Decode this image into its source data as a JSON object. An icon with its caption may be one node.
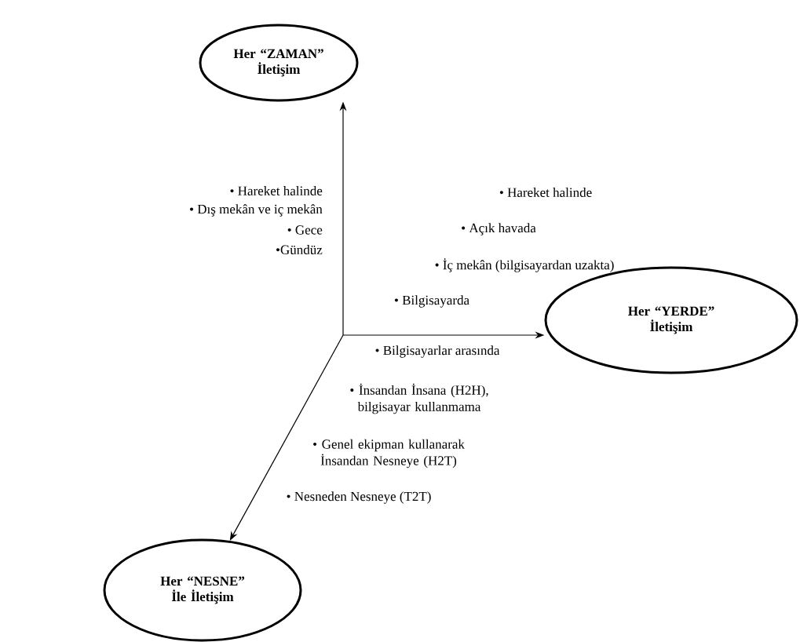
{
  "diagram": {
    "nodes": [
      {
        "text": [
          "Her “ZAMAN” İletişim"
        ]
      },
      {
        "text": [
          "Her “YERDE” İletişim"
        ]
      },
      {
        "text": [
          "Her “NESNE” İle İletişim"
        ]
      }
    ],
    "edges": [
      {
        "from": null,
        "to": 0,
        "arrow": "to"
      },
      {
        "from": null,
        "to": 1,
        "arrow": "to"
      },
      {
        "from": null,
        "to": 2,
        "arrow": "to"
      }
    ],
    "labels": [
      "• Hareket halinde",
      "• Dış mekân ve iç mekân",
      "• Gece",
      "•Gündüz",
      "• Hareket halinde",
      "• Açık havada",
      "• İç mekân (bilgisayardan uzakta)",
      "• Bilgisayarda",
      "• Bilgisayarlar arasında",
      "• İnsandan İnsana (H2H), bilgisayar kullanmama",
      "• Genel ekipman kullanarak İnsandan Nesneye (H2T)",
      "• Nesneden Nesneye (T2T)"
    ]
  }
}
